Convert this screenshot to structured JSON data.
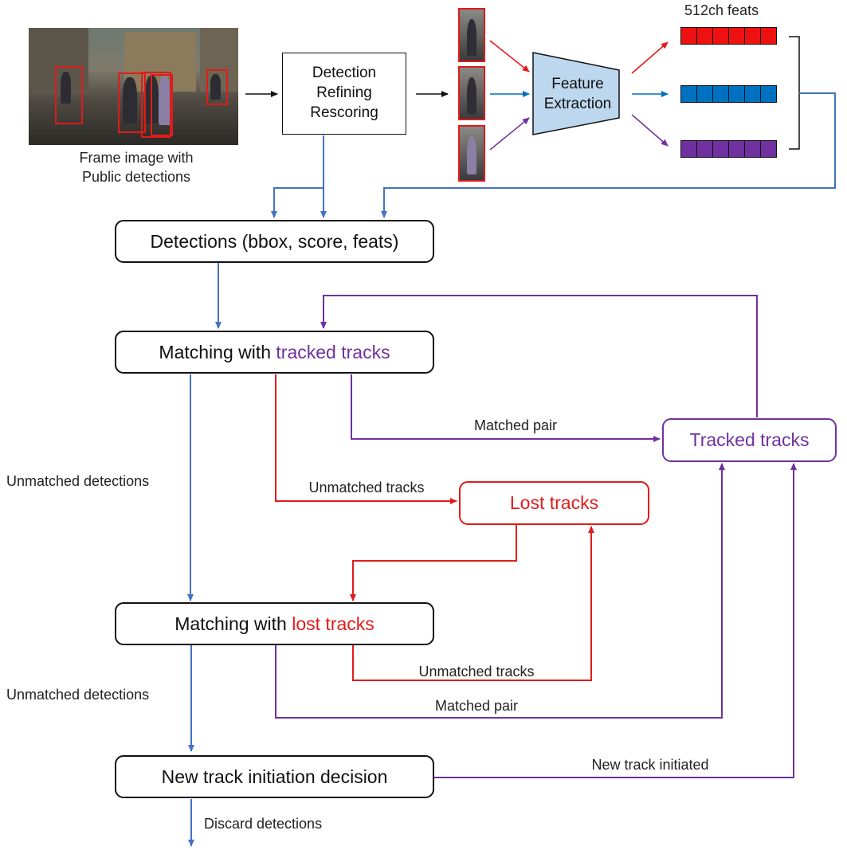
{
  "colors": {
    "blue": "#4472c4",
    "red": "#e01b1b",
    "purple": "#7030a0",
    "black": "#111111",
    "feat_red": "#ee1111",
    "feat_blue": "#0070c0",
    "feat_purple": "#7030a0",
    "trapezoid": "#bdd7ee"
  },
  "input": {
    "caption_line1": "Frame image with",
    "caption_line2": "Public detections"
  },
  "refine_box": {
    "line1": "Detection",
    "line2": "Refining",
    "line3": "Rescoring"
  },
  "feature_extraction": {
    "line1": "Feature",
    "line2": "Extraction"
  },
  "features": {
    "title": "512ch feats",
    "cells_per_vector": 6
  },
  "detections_box": {
    "label": "Detections (bbox, score, feats)"
  },
  "match_tracked": {
    "prefix": "Matching with ",
    "highlight": "tracked tracks"
  },
  "match_lost": {
    "prefix": "Matching with ",
    "highlight": "lost tracks"
  },
  "new_track_box": {
    "label": "New track initiation decision"
  },
  "tracked_tracks_box": {
    "label": "Tracked tracks"
  },
  "lost_tracks_box": {
    "label": "Lost tracks"
  },
  "edge_labels": {
    "matched_pair_1": "Matched pair",
    "unmatched_tracks_1": "Unmatched tracks",
    "unmatched_detections_1": "Unmatched detections",
    "unmatched_tracks_2": "Unmatched tracks",
    "matched_pair_2": "Matched pair",
    "unmatched_detections_2": "Unmatched detections",
    "new_track_initiated": "New track initiated",
    "discard_detections": "Discard detections"
  }
}
